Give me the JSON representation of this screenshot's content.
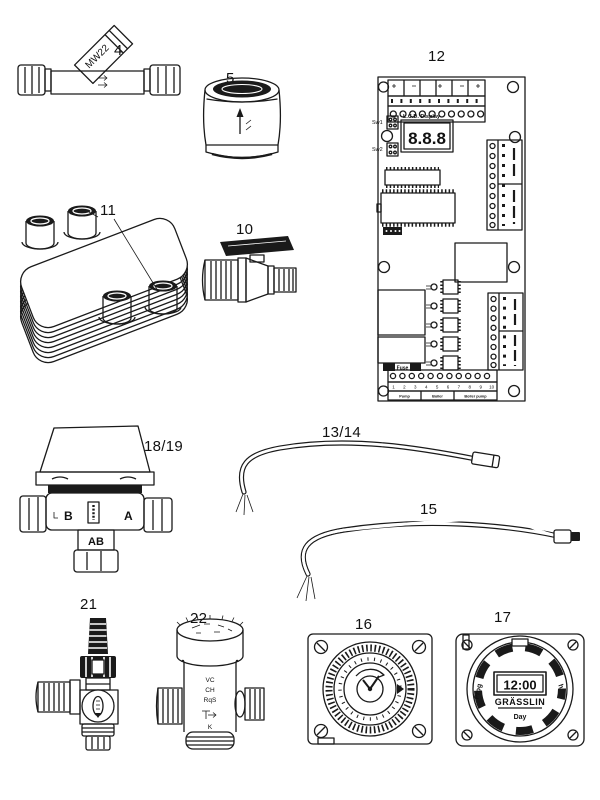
{
  "page": {
    "background": "#ffffff",
    "ink": "#1a1a1a"
  },
  "parts": {
    "check_valve": {
      "label": "4",
      "marking": "MW22"
    },
    "trv_head": {
      "label": "5"
    },
    "ball_valve": {
      "label": "10"
    },
    "heat_exchanger": {
      "label": "11"
    },
    "pcb": {
      "label": "12",
      "lcd_label": "L.C.D. Display",
      "lcd_digits": "8.8.8",
      "sw1": "Sw1",
      "sw2": "Sw2",
      "fuse": "Fuse",
      "terminal_numbers": [
        "1",
        "2",
        "3",
        "4",
        "5",
        "6",
        "7",
        "8",
        "9",
        "10"
      ],
      "terminal_groups": [
        "Pump",
        "Boiler",
        "Boiler pump"
      ]
    },
    "sensor_lead_short": {
      "label": "13/14"
    },
    "sensor_lead_long": {
      "label": "15"
    },
    "mech_timer": {
      "label": "16"
    },
    "digital_timer": {
      "label": "17",
      "display": "12:00",
      "brand": "GRÄSSLIN",
      "day": "Day",
      "prog": "Prog",
      "hours": "h"
    },
    "diverter_valve": {
      "label": "18/19",
      "port_a": "A",
      "port_b": "B",
      "port_ab": "AB"
    },
    "fill_valve": {
      "label": "21"
    },
    "mixing_valve": {
      "label": "22",
      "marking_1": "VC",
      "marking_2": "CH",
      "marking_3": "RqS",
      "marking_4": "K"
    }
  }
}
